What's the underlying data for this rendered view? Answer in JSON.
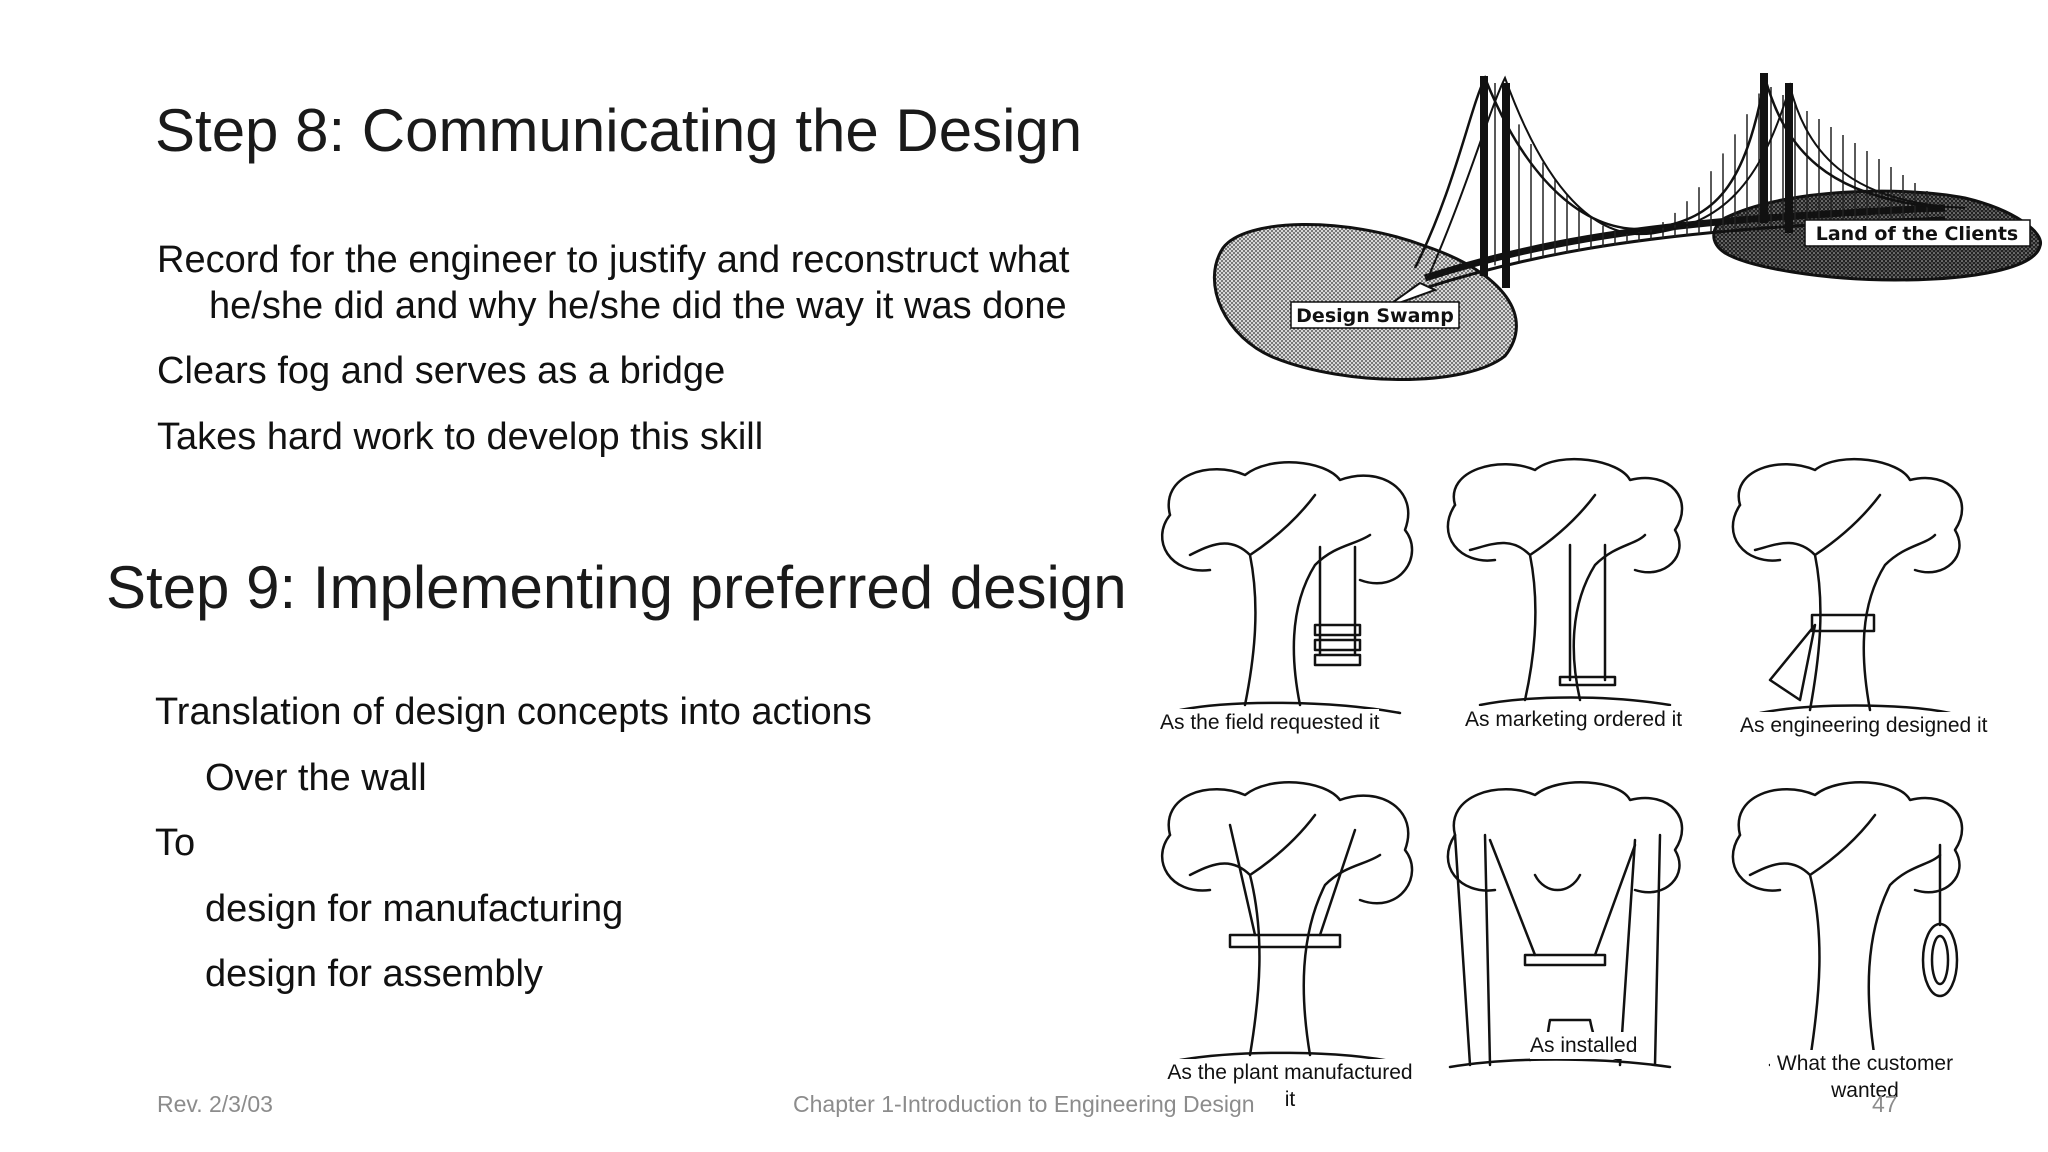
{
  "slide": {
    "title1": "Step 8: Communicating the Design",
    "bullets1": [
      "Record for the engineer to justify and reconstruct what he/she did and why he/she did the way it was done",
      "Clears fog and serves as a bridge",
      "Takes hard work to develop this skill"
    ],
    "title2": "Step 9: Implementing preferred design",
    "bullets2": [
      {
        "text": "Translation of design concepts into actions",
        "level": 1
      },
      {
        "text": "Over the wall",
        "level": 2
      },
      {
        "text": "To",
        "level": 1
      },
      {
        "text": "design for manufacturing",
        "level": 2
      },
      {
        "text": "design for assembly",
        "level": 2
      }
    ]
  },
  "bridge_figure": {
    "left_label": "Design Swamp",
    "right_label": "Land of the Clients"
  },
  "swing_figure": {
    "captions": [
      "As the field requested it",
      "As marketing ordered it",
      "As engineering designed it",
      "As the plant manufactured it",
      "As installed",
      "What the customer wanted"
    ]
  },
  "footer": {
    "date": "Rev. 2/3/03",
    "chapter": "Chapter 1-Introduction to Engineering Design",
    "page": "47"
  },
  "colors": {
    "text": "#111111",
    "footer": "#8c8c8c",
    "swamp_fill": "#9a9a9a",
    "clients_fill": "#3a3a3a"
  }
}
